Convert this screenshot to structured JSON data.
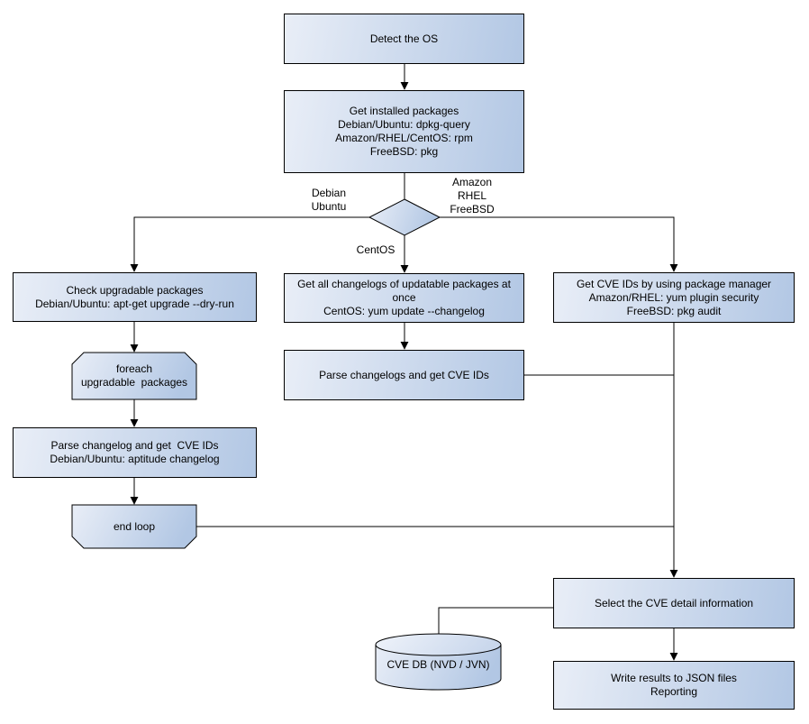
{
  "diagram": {
    "colors": {
      "background": "#ffffff",
      "node_fill_light": "#e9eef7",
      "node_fill_dark": "#b2c7e4",
      "border": "#000000",
      "connector": "#000000"
    },
    "nodes": {
      "detect_os": "Detect the OS",
      "get_installed_packages": "Get installed packages\nDebian/Ubuntu: dpkg-query\nAmazon/RHEL/CentOS: rpm\nFreeBSD: pkg",
      "check_upgradable": "Check upgradable packages\nDebian/Ubuntu: apt-get upgrade --dry-run",
      "foreach_loop": "foreach\nupgradable  packages",
      "parse_changelog": "Parse changelog and get  CVE IDs\nDebian/Ubuntu: aptitude changelog",
      "end_loop": "end loop",
      "get_all_changelogs": "Get all changelogs of updatable packages at once\nCentOS: yum update --changelog",
      "parse_changelogs": "Parse changelogs and get CVE IDs",
      "get_cve_ids": "Get CVE IDs by using package manager\nAmazon/RHEL: yum plugin security\nFreeBSD: pkg audit",
      "select_cve_detail": "Select the CVE detail information",
      "write_results": "Write results to JSON files\nReporting",
      "cve_db": "CVE DB (NVD / JVN)"
    },
    "edge_labels": {
      "debian_branch": "Debian\nUbuntu",
      "amazon_branch": "Amazon\nRHEL\nFreeBSD",
      "centos_branch": "CentOS"
    }
  }
}
